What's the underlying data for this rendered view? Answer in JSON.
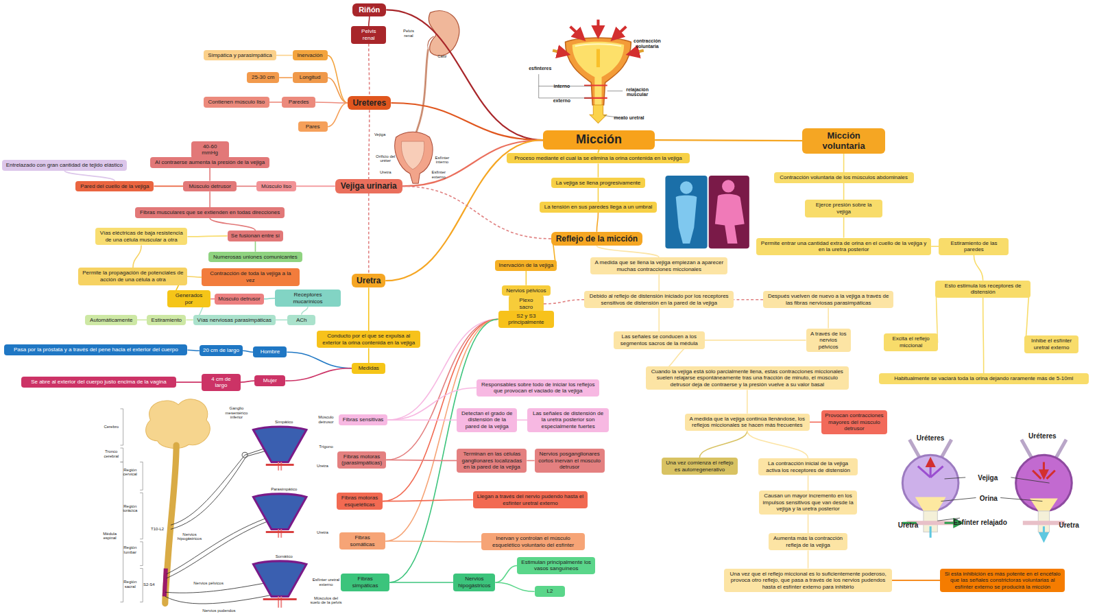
{
  "diagram": {
    "nodes": [
      {
        "text": [
          "Micción"
        ]
      },
      {
        "text": [
          "Riñón"
        ]
      },
      {
        "text": [
          "Pelvis renal"
        ]
      },
      {
        "text": [
          "Ureteres"
        ]
      },
      {
        "text": [
          "Inervación"
        ]
      },
      {
        "text": [
          "Simpática y parasimpática"
        ]
      },
      {
        "text": [
          "Longitud"
        ]
      },
      {
        "text": [
          "25-30 cm"
        ]
      },
      {
        "text": [
          "Paredes"
        ]
      },
      {
        "text": [
          "Contienen músculo liso"
        ]
      },
      {
        "text": [
          "Pares"
        ]
      },
      {
        "text": [
          "Vejiga urinaria"
        ]
      },
      {
        "text": [
          "Músculo liso"
        ]
      },
      {
        "text": [
          "Músculo detrusor"
        ]
      },
      {
        "text": [
          "Pared del cuello de la vejiga"
        ]
      },
      {
        "text": [
          "Entrelazado con gran cantidad de tejido elástico"
        ]
      },
      {
        "text": [
          "Al contraerse aumenta la presión de la vejiga"
        ]
      },
      {
        "text": [
          "40-60 mmHg"
        ]
      },
      {
        "text": [
          "Fibras musculares que se extienden en todas direcciones"
        ]
      },
      {
        "text": [
          "Se fusionan entre sí"
        ]
      },
      {
        "text": [
          "Vías eléctricas de baja resistencia de una célula muscular a otra"
        ]
      },
      {
        "text": [
          "Numerosas uniones comunicantes"
        ]
      },
      {
        "text": [
          "Contracción de toda la vejiga a la vez"
        ]
      },
      {
        "text": [
          "Permite la propagación de potenciales de acción de una célula a otra"
        ]
      },
      {
        "text": [
          "Generados por"
        ]
      },
      {
        "text": [
          "Músculo detrusor"
        ]
      },
      {
        "text": [
          "Receptores mucarínicos"
        ]
      },
      {
        "text": [
          "Vías nerviosas parasimpáticas"
        ]
      },
      {
        "text": [
          "Estiramiento"
        ]
      },
      {
        "text": [
          "Automáticamente"
        ]
      },
      {
        "text": [
          "ACh"
        ]
      },
      {
        "text": [
          "Uretra"
        ]
      },
      {
        "text": [
          "Conducto por el que se expulsa al exterior la orina contenida en la vejiga"
        ]
      },
      {
        "text": [
          "Medidas"
        ]
      },
      {
        "text": [
          "Hombre"
        ]
      },
      {
        "text": [
          "20 cm de largo"
        ]
      },
      {
        "text": [
          "Pasa por la próstata y a través del pene hacia el exterior del cuerpo"
        ]
      },
      {
        "text": [
          "Mujer"
        ]
      },
      {
        "text": [
          "4 cm de largo"
        ]
      },
      {
        "text": [
          "Se abre al exterior del cuerpo justo encima de la vagina"
        ]
      },
      {
        "text": [
          "Proceso mediante el cual la se elimina la orina contenida en la vejiga"
        ]
      },
      {
        "text": [
          "La vejiga se llena progresivamente"
        ]
      },
      {
        "text": [
          "La tensión en sus paredes llega a un umbral"
        ]
      },
      {
        "text": [
          "Reflejo de la micción"
        ]
      },
      {
        "text": [
          "Inervación de la vejiga"
        ]
      },
      {
        "text": [
          "Nervios pélvicos"
        ]
      },
      {
        "text": [
          "Plexo sacro"
        ]
      },
      {
        "text": [
          "S2 y S3 principalmente"
        ]
      },
      {
        "text": [
          "Fibras sensitivas"
        ]
      },
      {
        "text": [
          "Responsables sobre todo de iniciar los reflejos que provocan el vaciado de la vejiga"
        ]
      },
      {
        "text": [
          "Detectan el grado de distensión de la pared de la vejiga"
        ]
      },
      {
        "text": [
          "Las señales de distensión de la uretra posterior son especialmente fuertes"
        ]
      },
      {
        "text": [
          "Fibras motoras (parasimpáticas)"
        ]
      },
      {
        "text": [
          "Terminan en las células ganglionares localizadas en la pared de la vejiga"
        ]
      },
      {
        "text": [
          "Nervios posganglionares cortos inervan el músculo detrusor"
        ]
      },
      {
        "text": [
          "Fibras motoras esqueléticas"
        ]
      },
      {
        "text": [
          "Llegan a través del nervio pudendo hasta el esfínter uretral externo"
        ]
      },
      {
        "text": [
          "Fibras somáticas"
        ]
      },
      {
        "text": [
          "Inervan y controlan el músculo esquelético voluntario del esfínter"
        ]
      },
      {
        "text": [
          "Fibras simpáticas"
        ]
      },
      {
        "text": [
          "Nervios hipogástricos"
        ]
      },
      {
        "text": [
          "Estimulan principalmente los vasos sanguíneos"
        ]
      },
      {
        "text": [
          "L2"
        ]
      },
      {
        "text": [
          "A medida que se llena la vejiga empiezan a aparecer muchas contracciones miccionales"
        ]
      },
      {
        "text": [
          "Debido al reflejo de distensión iniciado por los receptores sensitivos de distensión en la pared de la vejiga"
        ]
      },
      {
        "text": [
          "Las señales se conducen a los segmentos sacros de la médula"
        ]
      },
      {
        "text": [
          "A través de los nervios pélvicos"
        ]
      },
      {
        "text": [
          "Después vuelven de nuevo a la vejiga a través de las fibras nerviosas parasimpáticas"
        ]
      },
      {
        "text": [
          "Cuando la vejiga está sólo parcialmente llena, estas contracciones miccionales suelen relajarse espontáneamente tras una fracción de minuto, el músculo detrusor deja de contraerse y la presión vuelve a su valor basal"
        ]
      },
      {
        "text": [
          "A medida que la vejiga continúa llenándose, los reflejos miccionales se hacen más frecuentes"
        ]
      },
      {
        "text": [
          "Provocan contracciones mayores del músculo detrusor"
        ]
      },
      {
        "text": [
          "Una vez comienza el reflejo es autorregenerativo"
        ]
      },
      {
        "text": [
          "La contracción inicial de la vejiga activa los receptores de distensión"
        ]
      },
      {
        "text": [
          "Causan un mayor incremento en los impulsos sensitivos que van desde la vejiga y la uretra posterior"
        ]
      },
      {
        "text": [
          "Aumenta más la contracción refleja de la vejiga"
        ]
      },
      {
        "text": [
          "Una vez que el reflejo miccional es lo suficientemente poderoso, provoca otro reflejo, que pasa a través de los nervios pudendos hasta el esfínter externo para inhibirlo"
        ]
      },
      {
        "text": [
          "Si esta inhibición es más potente en el encéfalo que las señales constrictoras voluntarias al esfínter externo se producirá la micción"
        ]
      },
      {
        "text": [
          "Micción voluntaria"
        ]
      },
      {
        "text": [
          "Contracción voluntaria de los músculos abdominales"
        ]
      },
      {
        "text": [
          "Ejerce presión sobre la vejiga"
        ]
      },
      {
        "text": [
          "Permite entrar una cantidad extra de orina en el cuello de la vejiga y en la uretra posterior"
        ]
      },
      {
        "text": [
          "Estiramiento de las paredes"
        ]
      },
      {
        "text": [
          "Esto estimula los receptores de distensión"
        ]
      },
      {
        "text": [
          "Excita el reflejo miccional"
        ]
      },
      {
        "text": [
          "Inhibe el esfínter uretral externo"
        ]
      },
      {
        "text": [
          "Habitualmente se vaciará toda la orina dejando raramente más de 5-10ml"
        ]
      }
    ],
    "edges": [
      {
        "from": 0,
        "to": 1,
        "arrow": "none"
      },
      {
        "from": 1,
        "to": 2,
        "arrow": "none"
      },
      {
        "from": 0,
        "to": 3,
        "arrow": "none"
      },
      {
        "from": 3,
        "to": 4,
        "arrow": "none"
      },
      {
        "from": 4,
        "to": 5,
        "arrow": "none"
      },
      {
        "from": 3,
        "to": 6,
        "arrow": "none"
      },
      {
        "from": 6,
        "to": 7,
        "arrow": "none"
      },
      {
        "from": 3,
        "to": 8,
        "arrow": "none"
      },
      {
        "from": 8,
        "to": 9,
        "arrow": "none"
      },
      {
        "from": 3,
        "to": 10,
        "arrow": "none"
      },
      {
        "from": 0,
        "to": 11,
        "arrow": "none"
      },
      {
        "from": 11,
        "to": 12,
        "arrow": "none"
      },
      {
        "from": 12,
        "to": 13,
        "arrow": "none"
      },
      {
        "from": 13,
        "to": 14,
        "arrow": "none"
      },
      {
        "from": 14,
        "to": 15,
        "arrow": "none"
      },
      {
        "from": 13,
        "to": 16,
        "arrow": "none"
      },
      {
        "from": 16,
        "to": 17,
        "arrow": "none"
      },
      {
        "from": 13,
        "to": 18,
        "arrow": "none"
      },
      {
        "from": 18,
        "to": 19,
        "arrow": "none"
      },
      {
        "from": 19,
        "to": 20,
        "arrow": "none"
      },
      {
        "from": 19,
        "to": 21,
        "arrow": "none"
      },
      {
        "from": 20,
        "to": 23,
        "arrow": "none"
      },
      {
        "from": 22,
        "to": 23,
        "arrow": "none"
      },
      {
        "from": 23,
        "to": 24,
        "arrow": "none"
      },
      {
        "from": 24,
        "to": 25,
        "arrow": "none"
      },
      {
        "from": 25,
        "to": 26,
        "arrow": "none"
      },
      {
        "from": 24,
        "to": 27,
        "arrow": "none"
      },
      {
        "from": 27,
        "to": 28,
        "arrow": "none"
      },
      {
        "from": 28,
        "to": 29,
        "arrow": "none"
      },
      {
        "from": 27,
        "to": 30,
        "arrow": "none"
      },
      {
        "from": 26,
        "to": 30,
        "arrow": "none"
      },
      {
        "from": 0,
        "to": 31,
        "arrow": "none"
      },
      {
        "from": 31,
        "to": 32,
        "arrow": "none"
      },
      {
        "from": 32,
        "to": 33,
        "arrow": "none"
      },
      {
        "from": 33,
        "to": 34,
        "arrow": "none"
      },
      {
        "from": 34,
        "to": 35,
        "arrow": "none"
      },
      {
        "from": 35,
        "to": 36,
        "arrow": "none"
      },
      {
        "from": 33,
        "to": 37,
        "arrow": "none"
      },
      {
        "from": 37,
        "to": 38,
        "arrow": "none"
      },
      {
        "from": 38,
        "to": 39,
        "arrow": "none"
      },
      {
        "from": 0,
        "to": 40,
        "arrow": "none"
      },
      {
        "from": 40,
        "to": 41,
        "arrow": "none"
      },
      {
        "from": 41,
        "to": 42,
        "arrow": "none"
      },
      {
        "from": 42,
        "to": 43,
        "arrow": "none"
      },
      {
        "from": 43,
        "to": 44,
        "arrow": "none"
      },
      {
        "from": 44,
        "to": 45,
        "arrow": "none"
      },
      {
        "from": 45,
        "to": 46,
        "arrow": "none"
      },
      {
        "from": 46,
        "to": 47,
        "arrow": "none"
      },
      {
        "from": 47,
        "to": 48,
        "arrow": "none"
      },
      {
        "from": 47,
        "to": 52,
        "arrow": "none"
      },
      {
        "from": 47,
        "to": 55,
        "arrow": "none"
      },
      {
        "from": 47,
        "to": 57,
        "arrow": "none"
      },
      {
        "from": 47,
        "to": 59,
        "arrow": "none"
      },
      {
        "from": 48,
        "to": 49,
        "arrow": "none"
      },
      {
        "from": 48,
        "to": 50,
        "arrow": "none"
      },
      {
        "from": 50,
        "to": 51,
        "arrow": "none"
      },
      {
        "from": 52,
        "to": 53,
        "arrow": "none"
      },
      {
        "from": 53,
        "to": 54,
        "arrow": "none"
      },
      {
        "from": 55,
        "to": 56,
        "arrow": "none"
      },
      {
        "from": 57,
        "to": 58,
        "arrow": "none"
      },
      {
        "from": 59,
        "to": 60,
        "arrow": "none"
      },
      {
        "from": 60,
        "to": 61,
        "arrow": "none"
      },
      {
        "from": 60,
        "to": 62,
        "arrow": "none"
      },
      {
        "from": 43,
        "to": 63,
        "arrow": "none"
      },
      {
        "from": 63,
        "to": 64,
        "arrow": "none"
      },
      {
        "from": 64,
        "to": 65,
        "arrow": "none"
      },
      {
        "from": 65,
        "to": 66,
        "arrow": "none"
      },
      {
        "from": 66,
        "to": 67,
        "arrow": "none"
      },
      {
        "from": 65,
        "to": 68,
        "arrow": "none"
      },
      {
        "from": 68,
        "to": 69,
        "arrow": "none"
      },
      {
        "from": 69,
        "to": 70,
        "arrow": "none"
      },
      {
        "from": 69,
        "to": 71,
        "arrow": "none"
      },
      {
        "from": 69,
        "to": 72,
        "arrow": "none"
      },
      {
        "from": 72,
        "to": 73,
        "arrow": "none"
      },
      {
        "from": 73,
        "to": 74,
        "arrow": "none"
      },
      {
        "from": 74,
        "to": 75,
        "arrow": "none"
      },
      {
        "from": 75,
        "to": 76,
        "arrow": "none"
      },
      {
        "from": 0,
        "to": 77,
        "arrow": "none"
      },
      {
        "from": 77,
        "to": 78,
        "arrow": "none"
      },
      {
        "from": 78,
        "to": 79,
        "arrow": "none"
      },
      {
        "from": 79,
        "to": 80,
        "arrow": "none"
      },
      {
        "from": 80,
        "to": 81,
        "arrow": "none"
      },
      {
        "from": 81,
        "to": 82,
        "arrow": "none"
      },
      {
        "from": 82,
        "to": 83,
        "arrow": "none"
      },
      {
        "from": 82,
        "to": 84,
        "arrow": "none"
      },
      {
        "from": 82,
        "to": 85,
        "arrow": "none"
      },
      {
        "from": 2,
        "to": 3,
        "arrow": "none"
      },
      {
        "from": 3,
        "to": 11,
        "arrow": "none"
      },
      {
        "from": 11,
        "to": 31,
        "arrow": "none"
      },
      {
        "from": 11,
        "to": 43,
        "arrow": "none"
      },
      {
        "from": 46,
        "to": 64,
        "arrow": "none"
      },
      {
        "from": 67,
        "to": 64,
        "arrow": "none"
      }
    ],
    "labels": [
      "Pelvis renal",
      "Cáliz",
      "Vejiga",
      "Orificio del uréter",
      "Uretra",
      "Esfínter interno",
      "Esfínter externo",
      "contracción voluntaria",
      "esfínteres",
      "interno",
      "externo",
      "relajación muscular",
      "meato uretral",
      "Uréteres",
      "Uréteres",
      "Vejiga",
      "Orina",
      "Uretra",
      "Esfínter relajado",
      "Uretra",
      "Cerebro",
      "Tronco cerebral",
      "Región cervical",
      "Región torácica",
      "Médula espinal",
      "Región lumbar",
      "Región sacral",
      "T10-L2",
      "S2-S4",
      "Ganglio mesentérico inferior",
      "Simpático",
      "Músculo detrusor",
      "Trígono",
      "Uretra",
      "Parasimpático",
      "Uretra",
      "Nervios hipogástricos",
      "Somático",
      "Nervios pélvicos",
      "Esfínter uretral externo",
      "Músculos del suelo de la pelvis",
      "Nervios pudendos"
    ]
  }
}
